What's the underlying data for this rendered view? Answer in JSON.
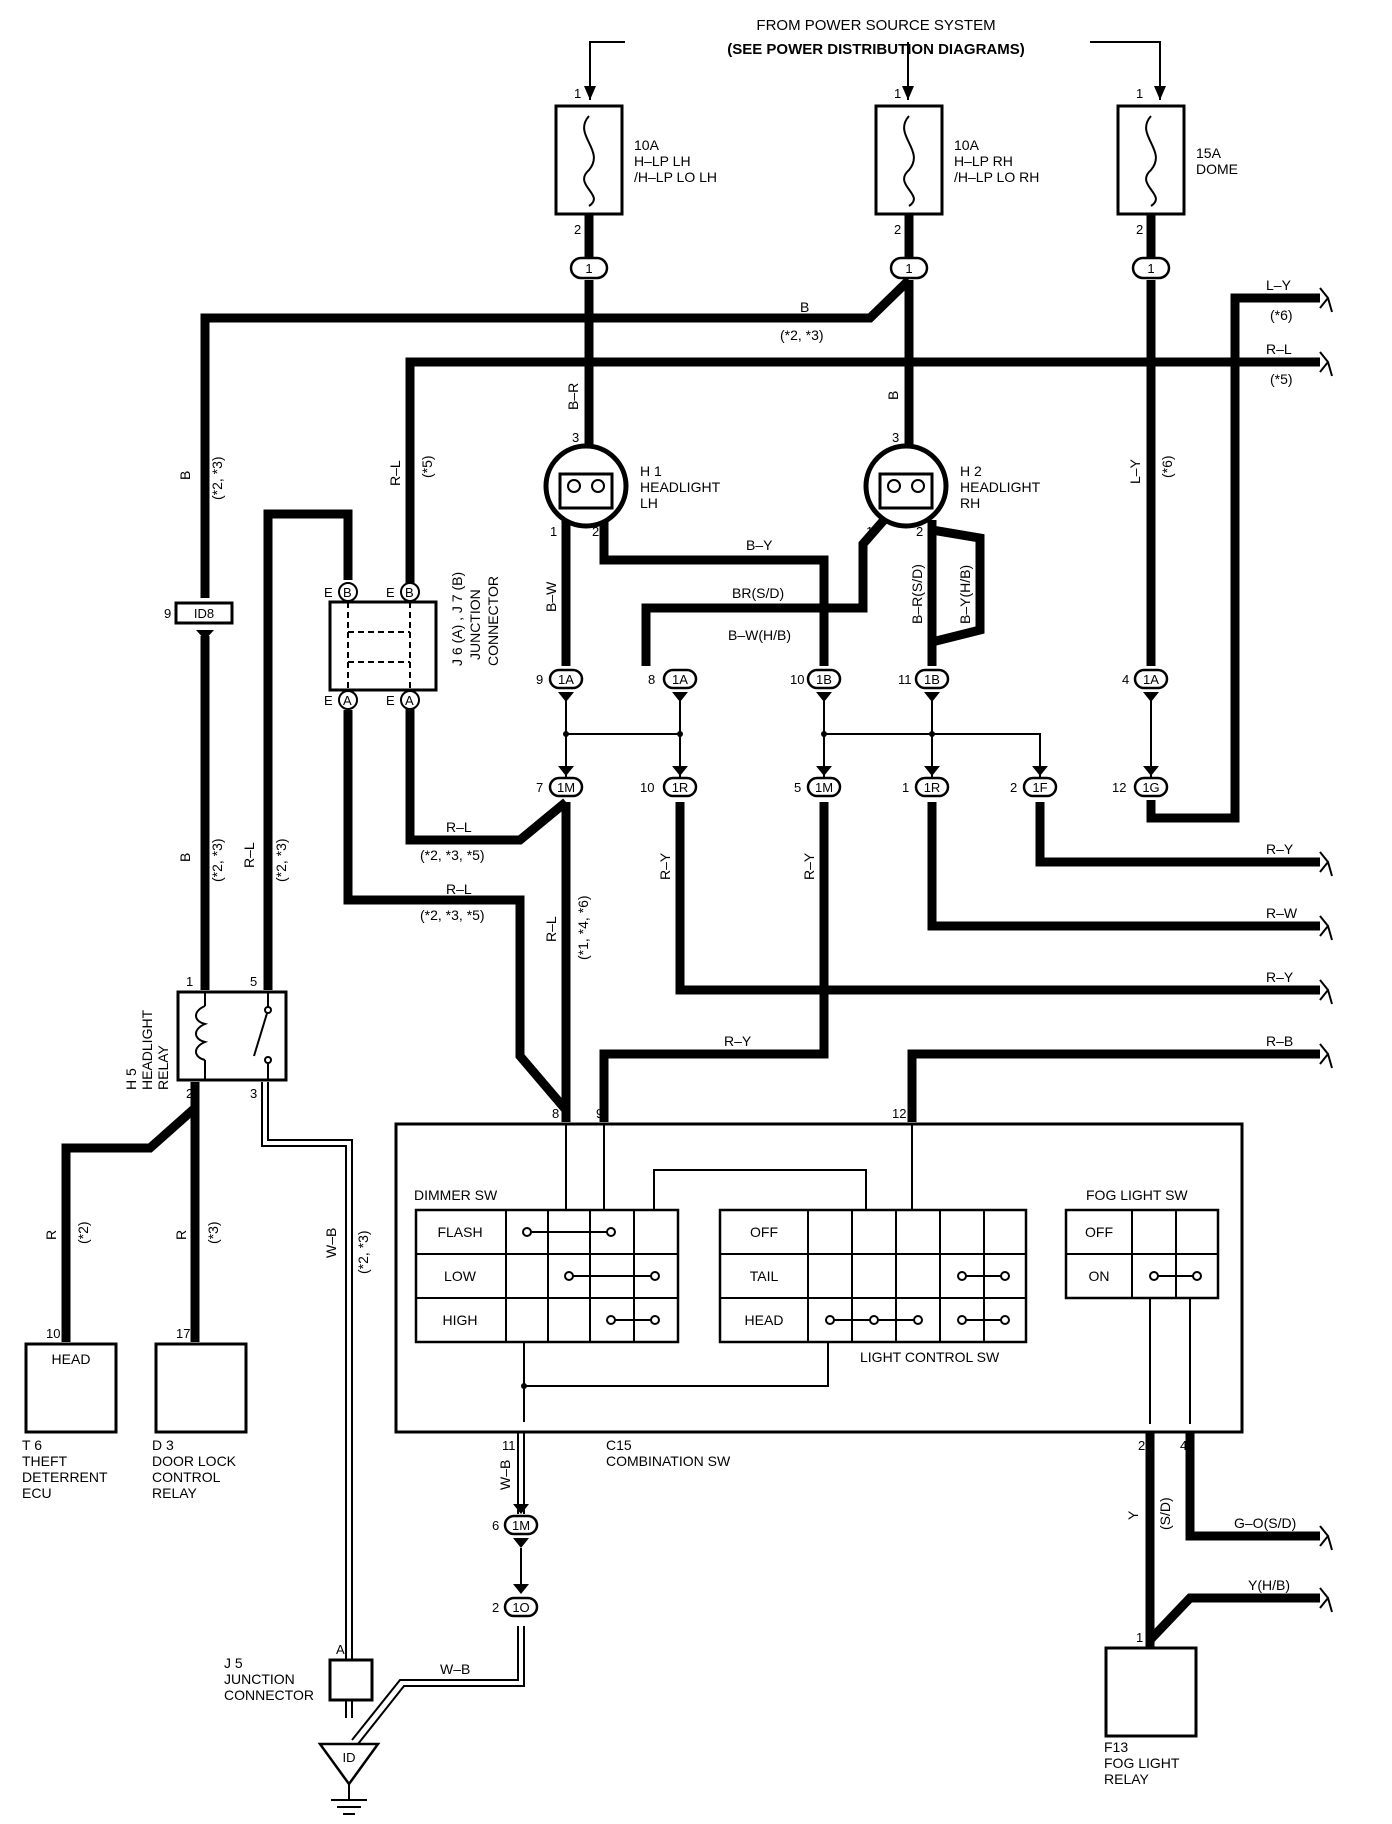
{
  "header": {
    "line1": "FROM POWER SOURCE SYSTEM",
    "line2": "(SEE POWER DISTRIBUTION DIAGRAMS)"
  },
  "fuses": [
    {
      "pin_in": "1",
      "pin_out": "2",
      "rating": "10A",
      "name1": "H–LP LH",
      "name2": "/H–LP LO LH"
    },
    {
      "pin_in": "1",
      "pin_out": "2",
      "rating": "10A",
      "name1": "H–LP RH",
      "name2": "/H–LP LO RH"
    },
    {
      "pin_in": "1",
      "pin_out": "2",
      "rating": "15A",
      "name1": "DOME",
      "name2": ""
    }
  ],
  "connector_top": "1",
  "headlights": [
    {
      "code": "H 1",
      "name1": "HEADLIGHT",
      "name2": "LH",
      "pin3": "3",
      "pin1": "1",
      "pin2": "2"
    },
    {
      "code": "H 2",
      "name1": "HEADLIGHT",
      "name2": "RH",
      "pin3": "3",
      "pin1": "1",
      "pin2": "2"
    }
  ],
  "wires": {
    "b_top": "B",
    "b_top_note": "(*2, *3)",
    "ly": "L–Y",
    "ly_note": "(*6)",
    "rl": "R–L",
    "rl_note": "(*5)",
    "br": "B–R",
    "b_h2": "B",
    "b_left": "B",
    "b_left_note": "(*2, *3)",
    "rl_j": "R–L",
    "rl_j_note": "(*5)",
    "ly_v": "L–Y",
    "ly_v_note": "(*6)",
    "by": "B–Y",
    "br_sd": "BR(S/D)",
    "bw_hb": "B–W(H/B)",
    "bw": "B–W",
    "br_sd_v": "B–R(S/D)",
    "by_hb_v": "B–Y(H/B)",
    "b_lower": "B",
    "b_lower_note": "(*2, *3)",
    "rl_relay": "R–L",
    "rl_relay_note": "(*2, *3)",
    "rl_a": "R–L",
    "rl_a_note": "(*2, *3, *5)",
    "rl_b": "R–L",
    "rl_b_note": "(*2, *3, *5)",
    "rl_c": "R–L",
    "rl_c_note": "(*1, *4, *6)",
    "ry_v1": "R–Y",
    "ry_v2": "R–Y",
    "ry_h": "R–Y",
    "r1": "R",
    "r1_note": "(*2)",
    "r2": "R",
    "r2_note": "(*3)",
    "wb": "W–B",
    "wb_note": "(*2, *3)",
    "wb2": "W–B",
    "wb3": "W–B",
    "y": "Y",
    "y_note": "(S/D)"
  },
  "right_outputs": [
    "L–Y",
    "(*6)",
    "R–L",
    "(*5)",
    "R–Y",
    "R–W",
    "R–Y",
    "R–B",
    "G–O(S/D)",
    "Y(H/B)"
  ],
  "junction": {
    "code": "J 6 (A) , J 7 (B)",
    "name1": "JUNCTION",
    "name2": "CONNECTOR",
    "top_pins": [
      "E",
      "B",
      "E",
      "B"
    ],
    "bot_pins": [
      "E",
      "A",
      "E",
      "A"
    ]
  },
  "connectors": {
    "id8_pin": "9",
    "id8": "ID8",
    "c1a_left": "9",
    "c1a_mid": "8",
    "c1a_dome": "4",
    "c1a": "1A",
    "c1b_left": "10",
    "c1b_right": "11",
    "c1b": "1B",
    "c1m_a": "7",
    "c1m_b": "5",
    "c1m": "1M",
    "c1r_a": "10",
    "c1r_b": "1",
    "c1r": "1R",
    "c1f_pin": "2",
    "c1f": "1F",
    "c1g_pin": "12",
    "c1g": "1G",
    "c1m_low_pin": "6",
    "c1o_pin": "2",
    "c1o": "1O"
  },
  "relay": {
    "code": "H 5",
    "name1": "HEADLIGHT",
    "name2": "RELAY",
    "pins": [
      "1",
      "5",
      "2",
      "3"
    ]
  },
  "combo_pins": [
    "8",
    "9",
    "12",
    "2",
    "4",
    "11"
  ],
  "dimmer": {
    "title": "DIMMER SW",
    "rows": [
      "FLASH",
      "LOW",
      "HIGH"
    ]
  },
  "light_control": {
    "title": "LIGHT CONTROL SW",
    "rows": [
      "OFF",
      "TAIL",
      "HEAD"
    ]
  },
  "fog_sw": {
    "title": "FOG LIGHT SW",
    "rows": [
      "OFF",
      "ON"
    ]
  },
  "combo": {
    "code": "C15",
    "name": "COMBINATION SW"
  },
  "t6": {
    "pin": "10",
    "label": "HEAD",
    "code": "T 6",
    "name1": "THEFT",
    "name2": "DETERRENT",
    "name3": "ECU"
  },
  "d3": {
    "pin": "17",
    "code": "D 3",
    "name1": "DOOR LOCK",
    "name2": "CONTROL",
    "name3": "RELAY"
  },
  "j5": {
    "pin": "A",
    "code": "J 5",
    "name1": "JUNCTION",
    "name2": "CONNECTOR"
  },
  "ground": "ID",
  "f13": {
    "pin": "1",
    "code": "F13",
    "name1": "FOG LIGHT",
    "name2": "RELAY"
  }
}
